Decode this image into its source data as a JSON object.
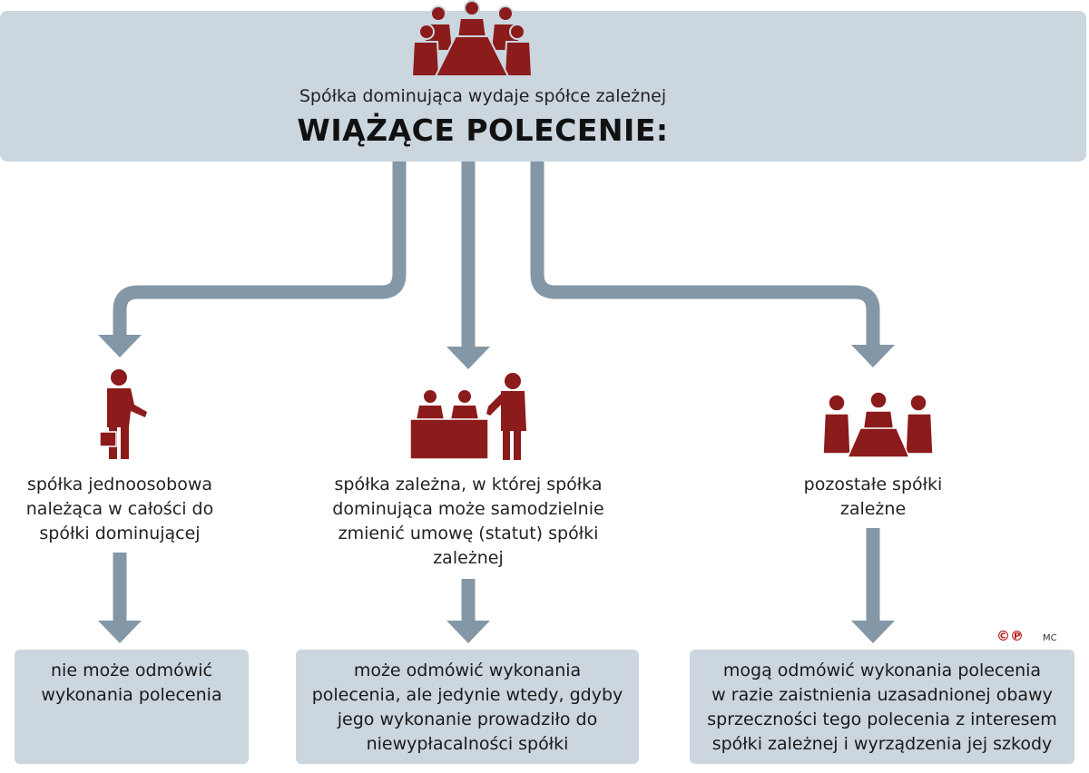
{
  "header": {
    "subtitle": "Spółka dominująca wydaje spółce zależnej",
    "title": "WIĄŻĄCE POLECENIE:",
    "icon": "board-meeting-icon"
  },
  "branches": [
    {
      "icon": "businessman-briefcase-icon",
      "caption_lines": [
        "spółka jednoosobowa",
        "należąca w całości do",
        "spółki dominującej"
      ],
      "result_lines": [
        "nie może odmówić",
        "wykonania polecenia"
      ]
    },
    {
      "icon": "presenter-with-panel-icon",
      "caption_lines": [
        "spółka zależna, w której spółka",
        "dominująca może samodzielnie",
        "zmienić umowę (statut) spółki",
        "zależnej"
      ],
      "result_lines": [
        "może odmówić wykonania",
        "polecenia, ale jedynie wtedy, gdyby",
        "jego wykonanie prowadziło do",
        "niewypłacalności spółki"
      ]
    },
    {
      "icon": "three-people-table-icon",
      "caption_lines": [
        "pozostałe spółki",
        "zależne"
      ],
      "result_lines": [
        "mogą odmówić wykonania polecenia",
        "w razie zaistnienia uzasadnionej obawy",
        "sprzeczności tego polecenia z interesem",
        "spółki zależnej i wyrządzenia jej szkody"
      ]
    }
  ],
  "footer": {
    "copyright": "©℗",
    "author": "MC"
  },
  "colors": {
    "box": "#cbd6df",
    "arrow": "#8497a6",
    "figure": "#8c1b1b"
  }
}
